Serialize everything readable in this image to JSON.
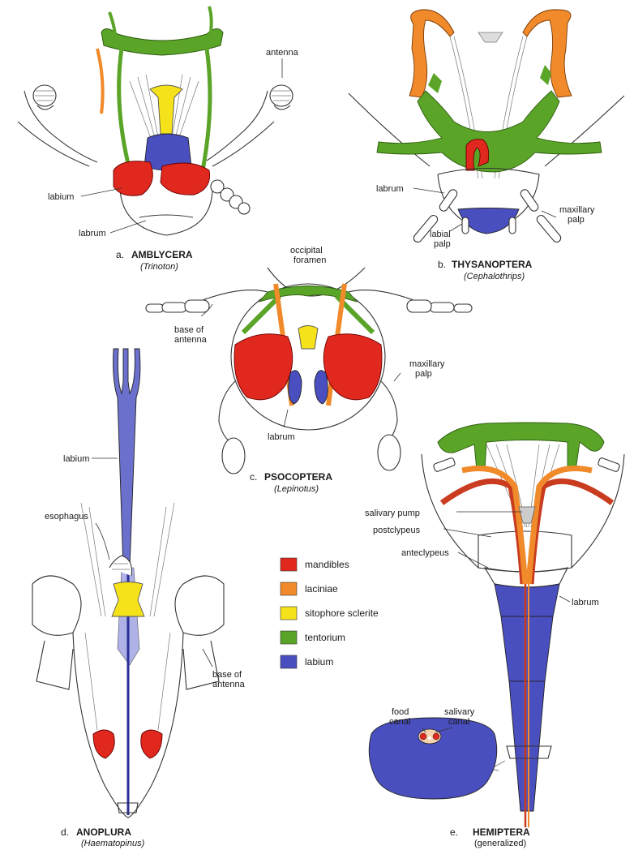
{
  "colors": {
    "mandibles": "#e0281e",
    "laciniae": "#f08a2a",
    "sitophore": "#f5e21a",
    "tentorium": "#5aa427",
    "labium": "#4a4fc0"
  },
  "panels": {
    "a": {
      "letter": "a.",
      "order": "AMBLYCERA",
      "genus": "(Trinoton)",
      "labels": {
        "antenna": "antenna",
        "labium": "labium",
        "labrum": "labrum"
      }
    },
    "b": {
      "letter": "b.",
      "order": "THYSANOPTERA",
      "genus": "(Cephalothrips)",
      "labels": {
        "labrum": "labrum",
        "labial_palp_1": "labial",
        "labial_palp_2": "palp",
        "maxillary_palp_1": "maxillary",
        "maxillary_palp_2": "palp"
      }
    },
    "c": {
      "letter": "c.",
      "order": "PSOCOPTERA",
      "genus": "(Lepinotus)",
      "labels": {
        "occipital_1": "occipital",
        "occipital_2": "foramen",
        "base_antenna_1": "base of",
        "base_antenna_2": "antenna",
        "maxillary_palp_1": "maxillary",
        "maxillary_palp_2": "palp",
        "labrum": "labrum"
      }
    },
    "d": {
      "letter": "d.",
      "order": "ANOPLURA",
      "genus": "(Haematopinus)",
      "labels": {
        "labium": "labium",
        "esophagus": "esophagus",
        "base_antenna_1": "base of",
        "base_antenna_2": "antenna"
      }
    },
    "e": {
      "letter": "e.",
      "order": "HEMIPTERA",
      "genus": "(generalized)",
      "labels": {
        "salivary_pump": "salivary pump",
        "postclypeus": "postclypeus",
        "anteclypeus": "anteclypeus",
        "labrum": "labrum",
        "food_canal_1": "food",
        "food_canal_2": "canal",
        "salivary_canal_1": "salivary",
        "salivary_canal_2": "canal"
      }
    }
  },
  "legend": [
    {
      "label": "mandibles",
      "color": "#e0281e"
    },
    {
      "label": "laciniae",
      "color": "#f08a2a"
    },
    {
      "label": "sitophore sclerite",
      "color": "#f5e21a"
    },
    {
      "label": "tentorium",
      "color": "#5aa427"
    },
    {
      "label": "labium",
      "color": "#4a4fc0"
    }
  ]
}
